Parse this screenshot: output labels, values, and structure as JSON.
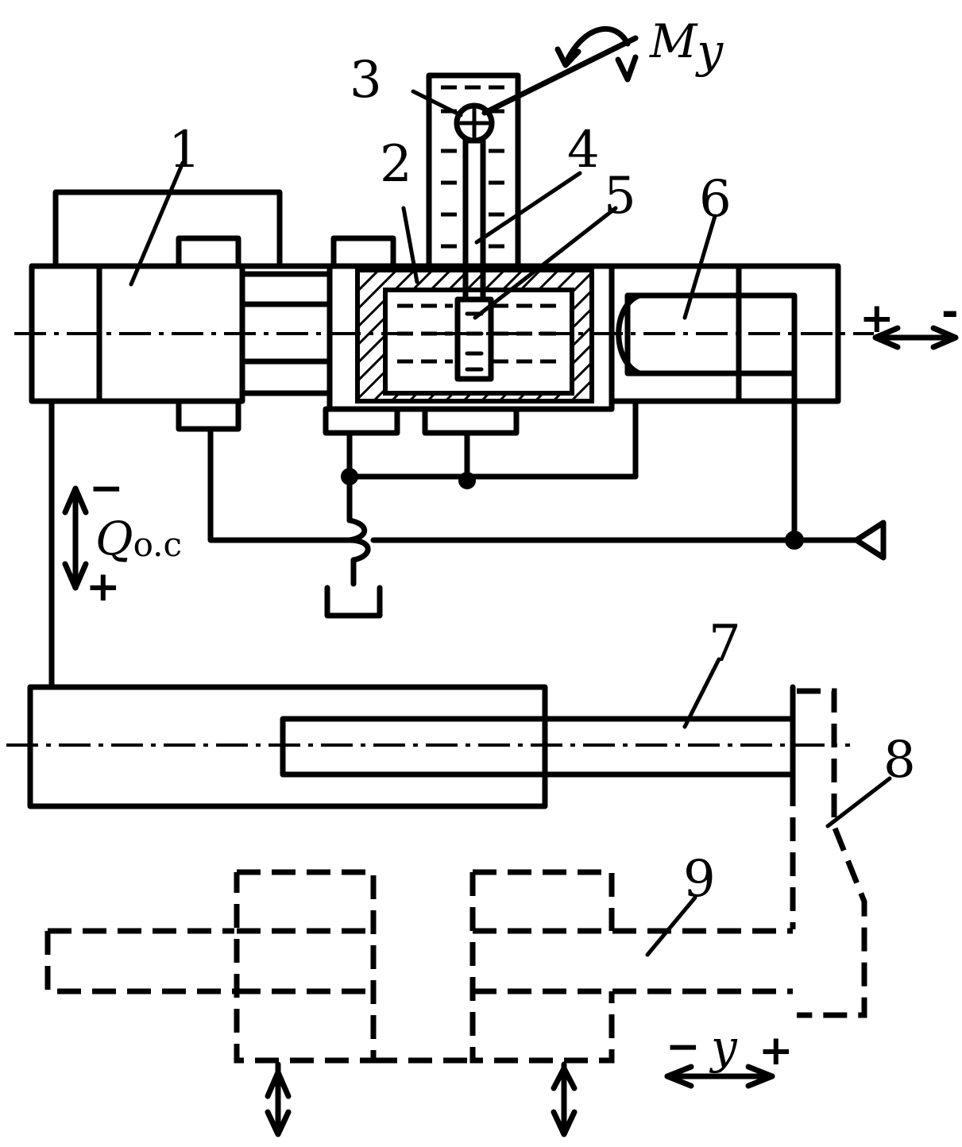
{
  "labels": {
    "n1": "1",
    "n2": "2",
    "n3": "3",
    "n4": "4",
    "n5": "5",
    "n6": "6",
    "n7": "7",
    "n8": "8",
    "n9": "9"
  },
  "moment": {
    "symbol": "M",
    "subscript": "y"
  },
  "feedback_flow": {
    "symbol": "Q",
    "subscript": "o.c",
    "sign_top": "−",
    "sign_bottom": "+"
  },
  "output_displacement": {
    "sign_left": "−",
    "symbol": "y",
    "sign_right": "+"
  },
  "nozzle_signs": {
    "plus": "+",
    "minus": "-"
  }
}
